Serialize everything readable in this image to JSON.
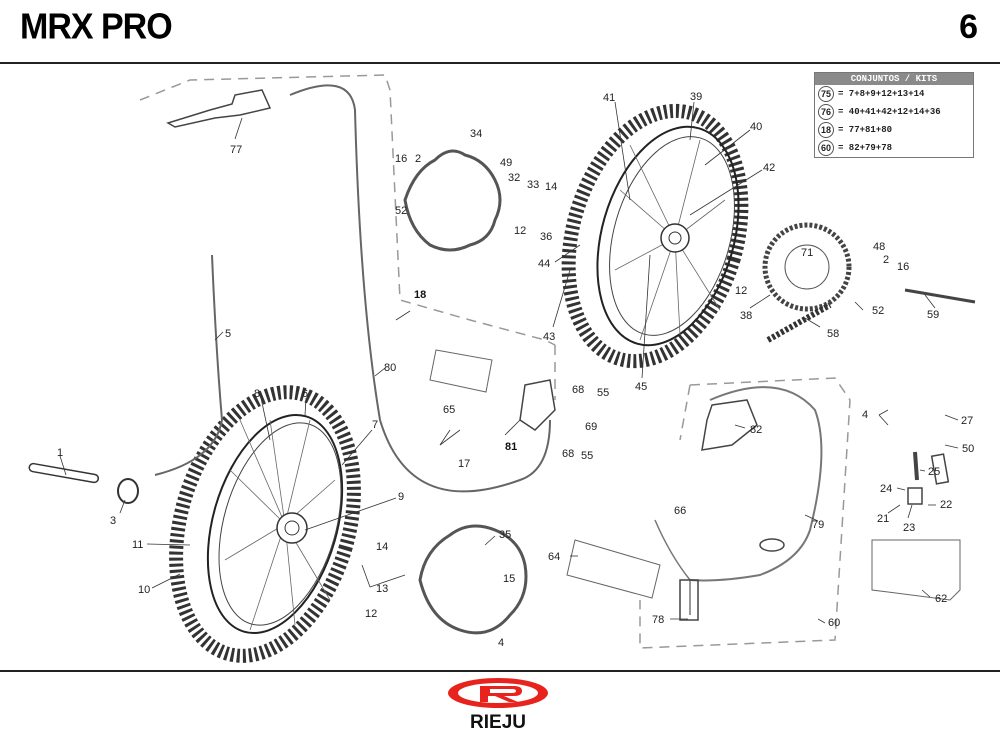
{
  "header": {
    "model": "MRX PRO",
    "page_number": "6"
  },
  "kits": {
    "title": "CONJUNTOS / KITS",
    "rows": [
      {
        "id": "75",
        "formula": "= 7+8+9+12+13+14"
      },
      {
        "id": "76",
        "formula": "= 40+41+42+12+14+36"
      },
      {
        "id": "18",
        "formula": "= 77+81+80"
      },
      {
        "id": "60",
        "formula": "= 82+79+78"
      }
    ]
  },
  "part_labels": {
    "p1": "1",
    "p2a": "2",
    "p2b": "2",
    "p3": "3",
    "p4a": "4",
    "p4b": "4",
    "p5": "5",
    "p6": "6",
    "p7": "7",
    "p8": "8",
    "p9": "9",
    "p10": "10",
    "p11": "11",
    "p12a": "12",
    "p12b": "12",
    "p12c": "12",
    "p13": "13",
    "p14a": "14",
    "p14b": "14",
    "p15": "15",
    "p16a": "16",
    "p16b": "16",
    "p17": "17",
    "p18": "18",
    "p21": "21",
    "p22": "22",
    "p23": "23",
    "p24": "24",
    "p25": "25",
    "p27": "27",
    "p32": "32",
    "p33": "33",
    "p34": "34",
    "p35": "35",
    "p36": "36",
    "p38": "38",
    "p39": "39",
    "p40": "40",
    "p41": "41",
    "p42": "42",
    "p43": "43",
    "p44": "44",
    "p45": "45",
    "p48": "48",
    "p49": "49",
    "p50": "50",
    "p52a": "52",
    "p52b": "52",
    "p55a": "55",
    "p55b": "55",
    "p58": "58",
    "p59": "59",
    "p60": "60",
    "p62": "62",
    "p64": "64",
    "p65": "65",
    "p66": "66",
    "p68a": "68",
    "p68b": "68",
    "p69": "69",
    "p71": "71",
    "p77": "77",
    "p78": "78",
    "p79": "79",
    "p80": "80",
    "p81": "81",
    "p82": "82"
  },
  "brand": {
    "name": "RIEJU",
    "color": "#e8231e"
  }
}
